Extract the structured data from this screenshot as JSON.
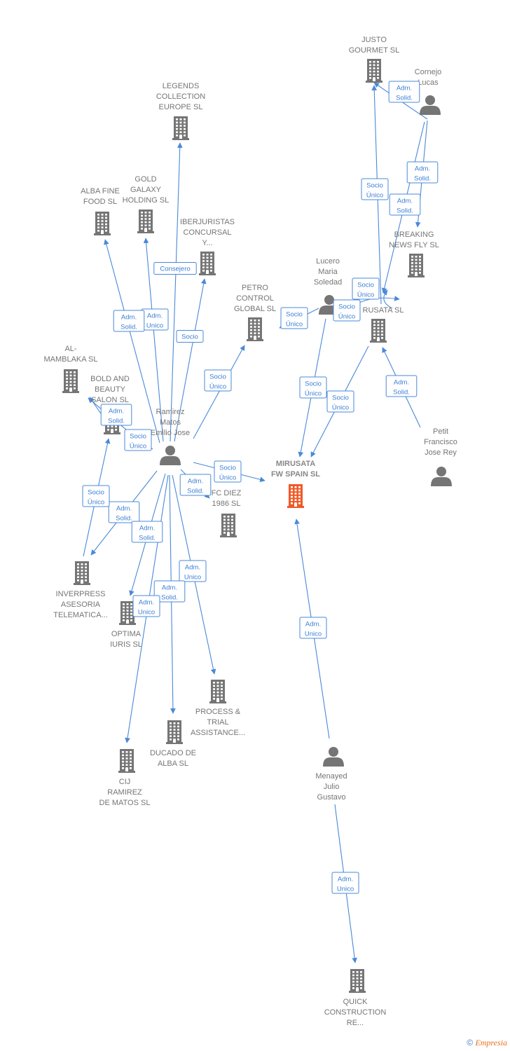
{
  "colors": {
    "edge": "#4a89d8",
    "node": "#757575",
    "highlight": "#f05a28"
  },
  "nodes": [
    {
      "id": "justo",
      "type": "company",
      "label": [
        "JUSTO",
        "GOURMET  SL"
      ]
    },
    {
      "id": "cornejo",
      "type": "person",
      "label": [
        "Cornejo",
        "Lucas"
      ]
    },
    {
      "id": "legends",
      "type": "company",
      "label": [
        "LEGENDS",
        "COLLECTION",
        "EUROPE  SL"
      ]
    },
    {
      "id": "gold",
      "type": "company",
      "label": [
        "GOLD",
        "GALAXY",
        "HOLDING  SL"
      ]
    },
    {
      "id": "albafine",
      "type": "company",
      "label": [
        "ALBA FINE",
        "FOOD  SL"
      ]
    },
    {
      "id": "iberjuristas",
      "type": "company",
      "label": [
        "IBERJURISTAS",
        "CONCURSAL",
        "Y..."
      ]
    },
    {
      "id": "breaking",
      "type": "company",
      "label": [
        "BREAKING",
        "NEWS FLY SL"
      ]
    },
    {
      "id": "petro",
      "type": "company",
      "label": [
        "PETRO",
        "CONTROL",
        "GLOBAL  SL"
      ]
    },
    {
      "id": "lucero",
      "type": "person",
      "label": [
        "Lucero",
        "Maria",
        "Soledad"
      ]
    },
    {
      "id": "rusata",
      "type": "company",
      "label": [
        "RUSATA  SL"
      ]
    },
    {
      "id": "almamblaka",
      "type": "company",
      "label": [
        "AL-",
        "MAMBLAKA SL"
      ]
    },
    {
      "id": "bold",
      "type": "company",
      "label": [
        "BOLD AND",
        "BEAUTY",
        "SALON  SL"
      ]
    },
    {
      "id": "ramirez",
      "type": "person",
      "label": [
        "Ramirez",
        "Matos",
        "Emilio Jose"
      ]
    },
    {
      "id": "mirusata",
      "type": "company",
      "main": true,
      "label": [
        "MIRUSATA",
        "FW SPAIN  SL"
      ]
    },
    {
      "id": "petit",
      "type": "person",
      "label": [
        "Petit",
        "Francisco",
        "Jose Rey"
      ]
    },
    {
      "id": "fcdiez",
      "type": "company",
      "label": [
        "FC DIEZ",
        "1986  SL"
      ]
    },
    {
      "id": "inverpress",
      "type": "company",
      "label": [
        "INVERPRESS",
        "ASESORIA",
        "TELEMATICA..."
      ]
    },
    {
      "id": "optima",
      "type": "company",
      "label": [
        "OPTIMA",
        "IURIS  SL"
      ]
    },
    {
      "id": "process",
      "type": "company",
      "label": [
        "PROCESS &",
        "TRIAL",
        "ASSISTANCE..."
      ]
    },
    {
      "id": "ducado",
      "type": "company",
      "label": [
        "DUCADO DE",
        "ALBA SL"
      ]
    },
    {
      "id": "cij",
      "type": "company",
      "label": [
        "CIJ",
        "RAMIREZ",
        "DE MATOS  SL"
      ]
    },
    {
      "id": "menayed",
      "type": "person",
      "label": [
        "Menayed",
        "Julio",
        "Gustavo"
      ]
    },
    {
      "id": "quick",
      "type": "company",
      "label": [
        "QUICK",
        "CONSTRUCTION",
        "RE..."
      ]
    }
  ],
  "edges": [
    {
      "from": "cornejo",
      "to": "justo",
      "label": [
        "Adm.",
        "Solid."
      ]
    },
    {
      "from": "cornejo",
      "to": "breaking",
      "label": [
        "Adm.",
        "Solid."
      ]
    },
    {
      "from": "cornejo",
      "to": "rusata",
      "label": [
        "Adm.",
        "Solid."
      ]
    },
    {
      "from": "ramirez",
      "to": "legends",
      "label": [
        "Consejero"
      ]
    },
    {
      "from": "ramirez",
      "to": "gold",
      "label": [
        "Adm.",
        "Unico"
      ]
    },
    {
      "from": "ramirez",
      "to": "albafine",
      "label": [
        "Adm.",
        "Solid."
      ]
    },
    {
      "from": "ramirez",
      "to": "iberjuristas",
      "label": [
        "Socio"
      ]
    },
    {
      "from": "ramirez",
      "to": "petro",
      "label": [
        "Socio",
        "Único"
      ]
    },
    {
      "from": "ramirez",
      "to": "almamblaka",
      "label": [
        "Socio",
        "Único"
      ]
    },
    {
      "from": "ramirez",
      "to": "mirusata",
      "label": [
        "Socio",
        "Único"
      ]
    },
    {
      "from": "ramirez",
      "to": "fcdiez",
      "label": [
        "Adm.",
        "Solid."
      ]
    },
    {
      "from": "ramirez",
      "to": "inverpress",
      "label": [
        "Adm.",
        "Solid."
      ]
    },
    {
      "from": "ramirez",
      "to": "optima",
      "label": [
        "Adm.",
        "Solid."
      ]
    },
    {
      "from": "ramirez",
      "to": "process",
      "label": [
        "Adm.",
        "Unico"
      ]
    },
    {
      "from": "ramirez",
      "to": "ducado",
      "label": [
        "Adm.",
        "Solid."
      ]
    },
    {
      "from": "ramirez",
      "to": "cij",
      "label": [
        "Adm.",
        "Unico"
      ]
    },
    {
      "from": "inverpress",
      "to": "bold",
      "label": [
        "Socio",
        "Único"
      ]
    },
    {
      "from": "bold",
      "to": "almamblaka",
      "label": [
        "Adm.",
        "Solid."
      ]
    },
    {
      "from": "lucero",
      "to": "petro",
      "label": [
        "Socio",
        "Único"
      ]
    },
    {
      "from": "lucero",
      "to": "mirusata",
      "label": [
        "Socio",
        "Único"
      ]
    },
    {
      "from": "lucero",
      "to": "breaking",
      "label": [
        "Socio",
        "Único"
      ]
    },
    {
      "from": "lucero",
      "to": "justo",
      "label": [
        "Socio",
        "Único"
      ]
    },
    {
      "from": "rusata",
      "to": "breaking",
      "label": [
        "Socio",
        "Único"
      ]
    },
    {
      "from": "rusata",
      "to": "mirusata",
      "label": [
        "Socio",
        "Único"
      ]
    },
    {
      "from": "petit",
      "to": "rusata",
      "label": [
        "Adm.",
        "Solid."
      ]
    },
    {
      "from": "menayed",
      "to": "mirusata",
      "label": [
        "Adm.",
        "Unico"
      ]
    },
    {
      "from": "menayed",
      "to": "quick",
      "label": [
        "Adm.",
        "Unico"
      ]
    }
  ],
  "footer": {
    "symbol": "©",
    "brand": "Empresia"
  }
}
